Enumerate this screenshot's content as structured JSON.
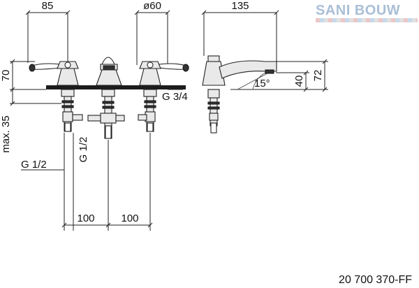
{
  "logo": {
    "text": "SANI BOUW"
  },
  "drawing": {
    "dimensions": {
      "handle_spacing": "85",
      "diameter": "ø60",
      "spout_reach": "135",
      "handle_height": "70",
      "max_thickness": "max. 35",
      "connection_spout": "G 3/4",
      "connection_left": "G 1/2",
      "connection_mid": "G 1/2",
      "spacing_left": "100",
      "spacing_right": "100",
      "spout_height": "40",
      "total_spout_height": "72",
      "spout_angle": "15°"
    },
    "article_code": "20 700 370-FF"
  }
}
